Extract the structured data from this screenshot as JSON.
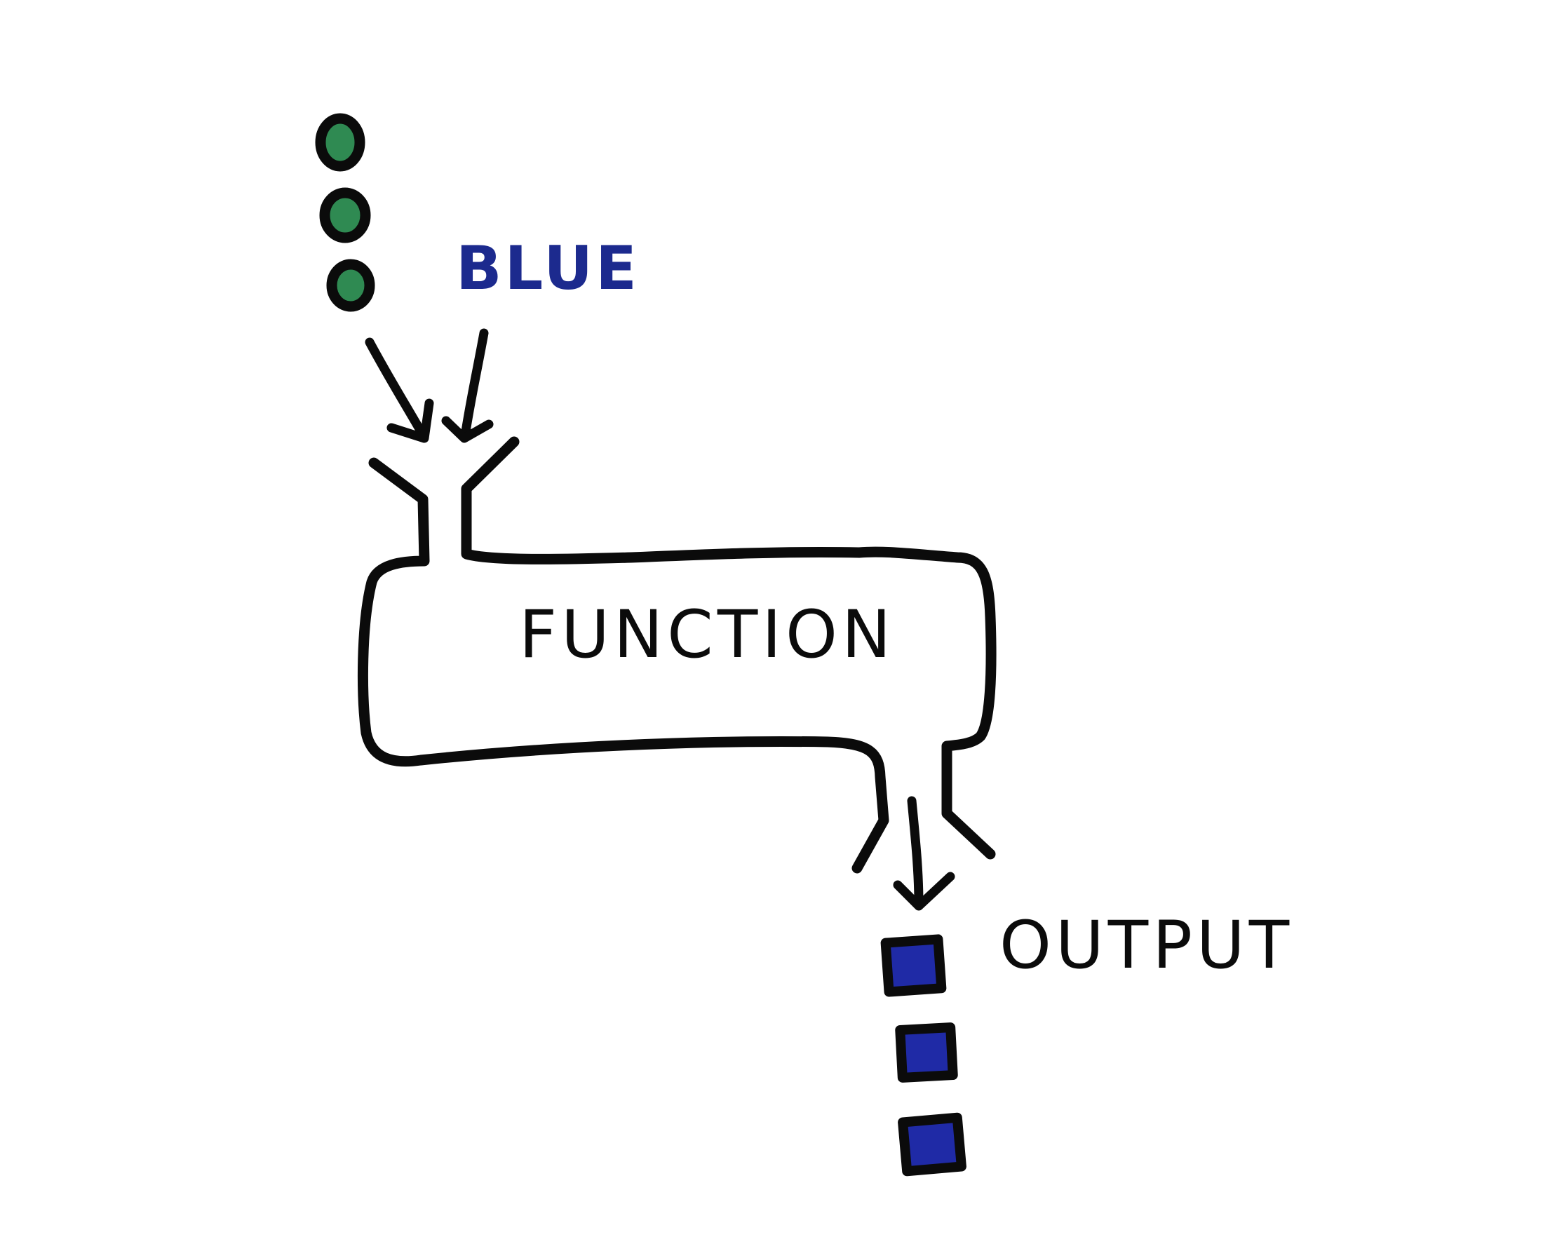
{
  "labels": {
    "input_value": "BLUE",
    "function": "FUNCTION",
    "output": "OUTPUT"
  },
  "colors": {
    "input_value_text": "#1c2a8e",
    "input_items": "#2f8a52",
    "output_items": "#1f2aa6",
    "outline": "#0b0b0b",
    "background": "#ffffff"
  },
  "input_items": [
    {
      "shape": "circle"
    },
    {
      "shape": "circle"
    },
    {
      "shape": "circle"
    }
  ],
  "output_items": [
    {
      "shape": "square"
    },
    {
      "shape": "square"
    },
    {
      "shape": "square"
    }
  ]
}
